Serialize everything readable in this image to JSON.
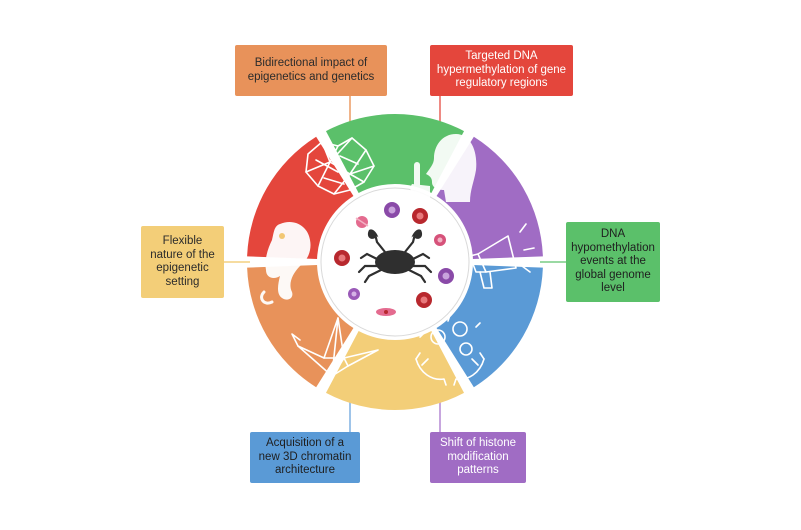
{
  "segments": [
    {
      "key": "bidirectional",
      "text": "Bidirectional impact of epigenetics and genetics",
      "color": "#e8925a",
      "text_color": "#2b2b2b",
      "icon": "dna-mesh-icon"
    },
    {
      "key": "hypermethylation",
      "text": "Targeted DNA hypermethylation of gene regulatory regions",
      "color": "#e4463c",
      "text_color": "#ffffff",
      "icon": "silent-face-icon"
    },
    {
      "key": "hypomethylation",
      "text": "DNA hypomethylation events at the global genome level",
      "color": "#5bc06a",
      "text_color": "#1f1f1f",
      "icon": "megaphone-icon"
    },
    {
      "key": "histone",
      "text": "Shift of histone modification patterns",
      "color": "#a06cc4",
      "text_color": "#ffffff",
      "icon": "juggling-hands-icon"
    },
    {
      "key": "chromatin",
      "text": "Acquisition of a new 3D chromatin architecture",
      "color": "#5a9ad6",
      "text_color": "#1f1f1f",
      "icon": "origami-crane-icon"
    },
    {
      "key": "flexible",
      "text": "Flexible nature of the epigenetic setting",
      "color": "#f3ce78",
      "text_color": "#2b2b2b",
      "icon": "chameleon-icon"
    }
  ],
  "center": {
    "icon": "crab-icon",
    "cells": "cancer-cells-icon"
  }
}
